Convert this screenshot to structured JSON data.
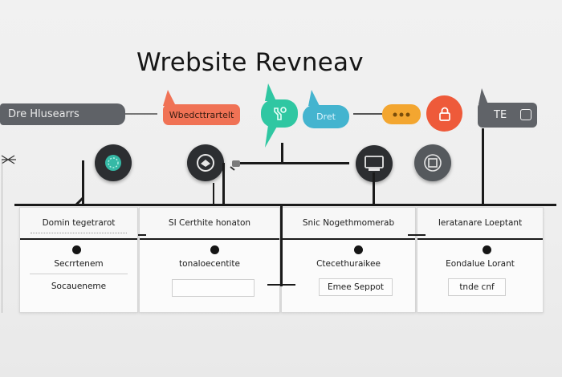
{
  "title": "Wrebsite Revneav",
  "top_row": {
    "left_tab": "Dre  Hlusearrs",
    "bubble_orange": "Wbedcttrartelt",
    "bubble_teal_left": "",
    "bubble_blue": "Dret",
    "bubble_amber": "",
    "right_tab": "TE"
  },
  "columns": [
    {
      "header": "Domin tegetrarot",
      "line1": "Secrrtenem",
      "line2": "Socaueneme"
    },
    {
      "header": "SI Certhite honaton",
      "line1": "tonaloecentite",
      "line2": ""
    },
    {
      "header": "Snic Nogethmomerab",
      "line1": "Ctecethuraikee",
      "line2": "Emee  Seppot"
    },
    {
      "header": "Ieratanare Loeptant",
      "line1": "Eondalue Lorant",
      "line2": "tnde cnf"
    }
  ],
  "icons": [
    "cpu-chip-icon",
    "cloud-icon",
    "tool-icon",
    "monitor-icon",
    "database-icon",
    "lock-icon",
    "shield-icon",
    "window-icon"
  ],
  "colors": {
    "orange": "#f07255",
    "teal": "#2fc7a2",
    "blue": "#44b4cf",
    "amber": "#f3a630",
    "red": "#ee5a3a",
    "dark_tab": "#606368",
    "circle": "#2c2e31"
  }
}
